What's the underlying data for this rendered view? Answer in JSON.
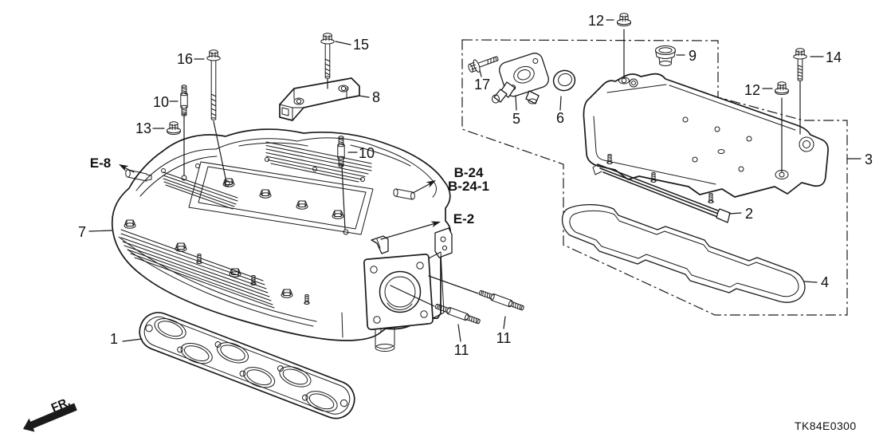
{
  "diagram": {
    "code": "TK84E0300",
    "direction_label": "FR.",
    "background_color": "#ffffff",
    "line_color": "#1a1a1a"
  },
  "part_labels": [
    {
      "num": "1"
    },
    {
      "num": "2"
    },
    {
      "num": "3"
    },
    {
      "num": "4"
    },
    {
      "num": "5"
    },
    {
      "num": "6"
    },
    {
      "num": "7"
    },
    {
      "num": "8"
    },
    {
      "num": "9"
    },
    {
      "num": "10"
    },
    {
      "num": "10"
    },
    {
      "num": "11"
    },
    {
      "num": "11"
    },
    {
      "num": "12"
    },
    {
      "num": "12"
    },
    {
      "num": "13"
    },
    {
      "num": "14"
    },
    {
      "num": "15"
    },
    {
      "num": "16"
    },
    {
      "num": "17"
    }
  ],
  "ref_labels": [
    {
      "text": "E-8"
    },
    {
      "text": "B-24"
    },
    {
      "text": "B-24-1"
    },
    {
      "text": "E-2"
    }
  ]
}
